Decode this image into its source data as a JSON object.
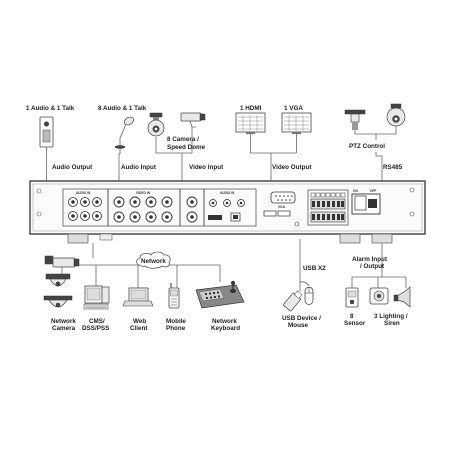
{
  "top_labels": {
    "audio_1_talk": "1 Audio & 1 Talk",
    "audio_8_talk": "8 Audio & 1 Talk",
    "hdmi": "1 HDMI",
    "vga": "1 VGA",
    "camera_line1": "8 Camera /",
    "camera_line2": "Speed Dome",
    "audio_output": "Audio  Output",
    "audio_input": "Audio  Input",
    "video_input": "Video Input",
    "video_output": "Video Output",
    "ptz_control": "PTZ Control",
    "rs485": "RS485"
  },
  "panel_labels": {
    "audio_in": "AUDIO IN",
    "video_in": "VIDEO IN",
    "audio_in_2": "AUDIO IN",
    "vga": "VGA",
    "on": "ON",
    "off": "OFF"
  },
  "bottom_labels": {
    "network": "Network",
    "network_camera_1": "Network",
    "network_camera_2": "Camera",
    "cms_1": "CMS/",
    "cms_2": "DSS/PSS",
    "web_1": "Web",
    "web_2": "Client",
    "mobile_1": "Mobile",
    "mobile_2": "Phone",
    "keyboard_1": "Network",
    "keyboard_2": "Keyboard",
    "usb_x2": "USB X2",
    "usb_device_1": "USB Device /",
    "usb_device_2": "Mouse",
    "alarm_1": "Alarm Input",
    "alarm_2": "/ Output",
    "sensor_1": "8",
    "sensor_2": "Sensor",
    "siren_1": "3 Lighting /",
    "siren_2": "Siren"
  }
}
